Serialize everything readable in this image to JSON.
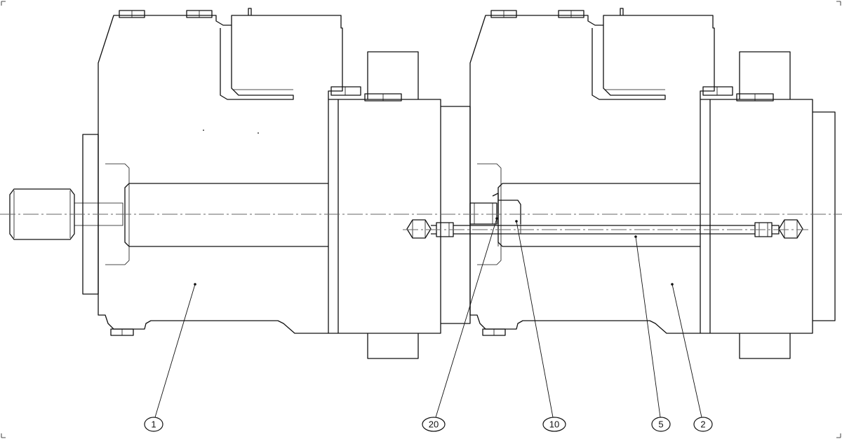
{
  "balloons": [
    {
      "id": "pump-1",
      "label": "1"
    },
    {
      "id": "coupling-20",
      "label": "20"
    },
    {
      "id": "bracket-10",
      "label": "10"
    },
    {
      "id": "tube-5",
      "label": "5"
    },
    {
      "id": "pump-2",
      "label": "2"
    }
  ]
}
